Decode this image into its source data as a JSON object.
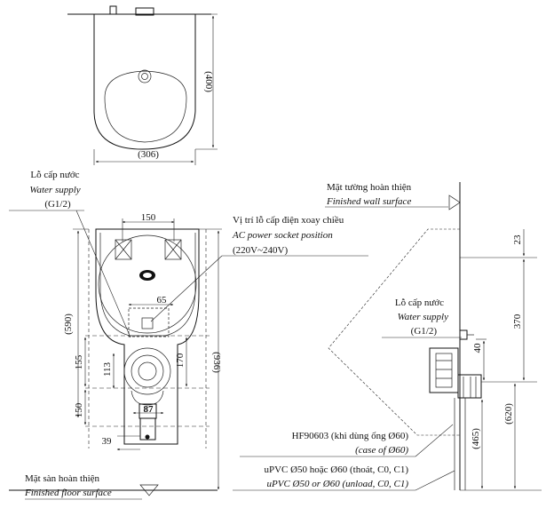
{
  "top_view": {
    "dim_height": "(400)",
    "dim_width": "(306)"
  },
  "front_view": {
    "water_supply_vi": "Lỗ cấp nước",
    "water_supply_en": "Water supply",
    "water_supply_size": "(G1/2)",
    "power_vi": "Vị trí lỗ cấp điện xoay chiều",
    "power_en": "AC power socket position",
    "power_voltage": "(220V~240V)",
    "dim_150_top": "150",
    "dim_65": "65",
    "dim_590": "(590)",
    "dim_936": "(936)",
    "dim_155": "155",
    "dim_113": "113",
    "dim_170": "170",
    "dim_150_bottom": "150",
    "dim_87": "87",
    "dim_39": "39",
    "floor_vi": "Mặt sàn hoàn thiện",
    "floor_en": "Finished floor surface"
  },
  "side_view": {
    "wall_vi": "Mặt tường hoàn thiện",
    "wall_en": "Finished wall surface",
    "dim_23": "23",
    "dim_370": "370",
    "water_supply_vi": "Lỗ cấp nước",
    "water_supply_en": "Water supply",
    "water_supply_size": "(G1/2)",
    "dim_40": "40",
    "dim_620": "(620)",
    "dim_465": "(465)",
    "hf_vi": "HF90603 (khi dùng ống Ø60)",
    "hf_en": "(case of Ø60)",
    "upvc_vi": "uPVC Ø50 hoặc Ø60 (thoát, C0, C1)",
    "upvc_en": "uPVC Ø50 or Ø60 (unload, C0, C1)"
  }
}
